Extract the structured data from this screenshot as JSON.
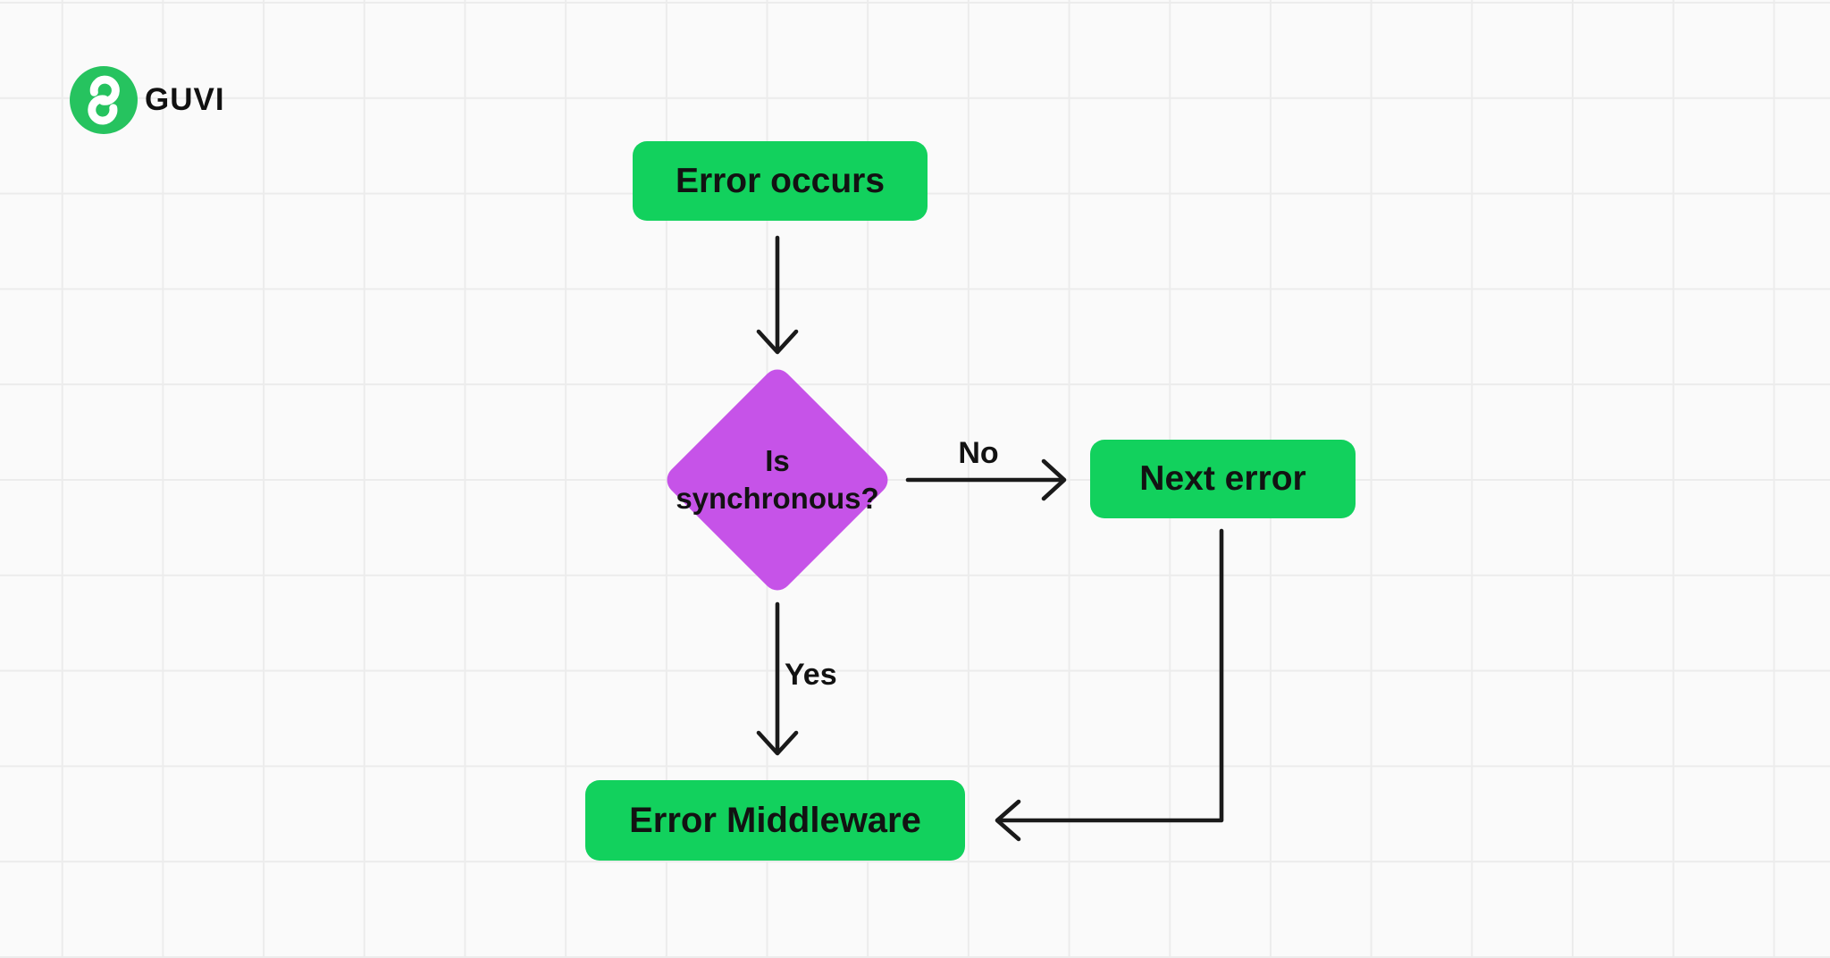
{
  "brand": {
    "name": "GUVI",
    "logo_icon": "guvi-g-icon",
    "logo_color": "#26c35f"
  },
  "colors": {
    "background": "#fafafa",
    "grid_line": "#ececec",
    "process_fill": "#12d15d",
    "decision_fill": "#c653e8",
    "arrow_stroke": "#1a1a1a",
    "node_text": "#121212"
  },
  "flowchart": {
    "nodes": [
      {
        "id": "start",
        "type": "process",
        "label": "Error occurs"
      },
      {
        "id": "decision",
        "type": "decision",
        "label": "Is synchronous?",
        "label_line1": "Is",
        "label_line2": "synchronous?"
      },
      {
        "id": "next_error",
        "type": "process",
        "label": "Next error"
      },
      {
        "id": "error_middleware",
        "type": "process",
        "label": "Error Middleware"
      }
    ],
    "edges": [
      {
        "from": "start",
        "to": "decision",
        "label": ""
      },
      {
        "from": "decision",
        "to": "next_error",
        "label": "No"
      },
      {
        "from": "decision",
        "to": "error_middleware",
        "label": "Yes"
      },
      {
        "from": "next_error",
        "to": "error_middleware",
        "label": ""
      }
    ]
  }
}
